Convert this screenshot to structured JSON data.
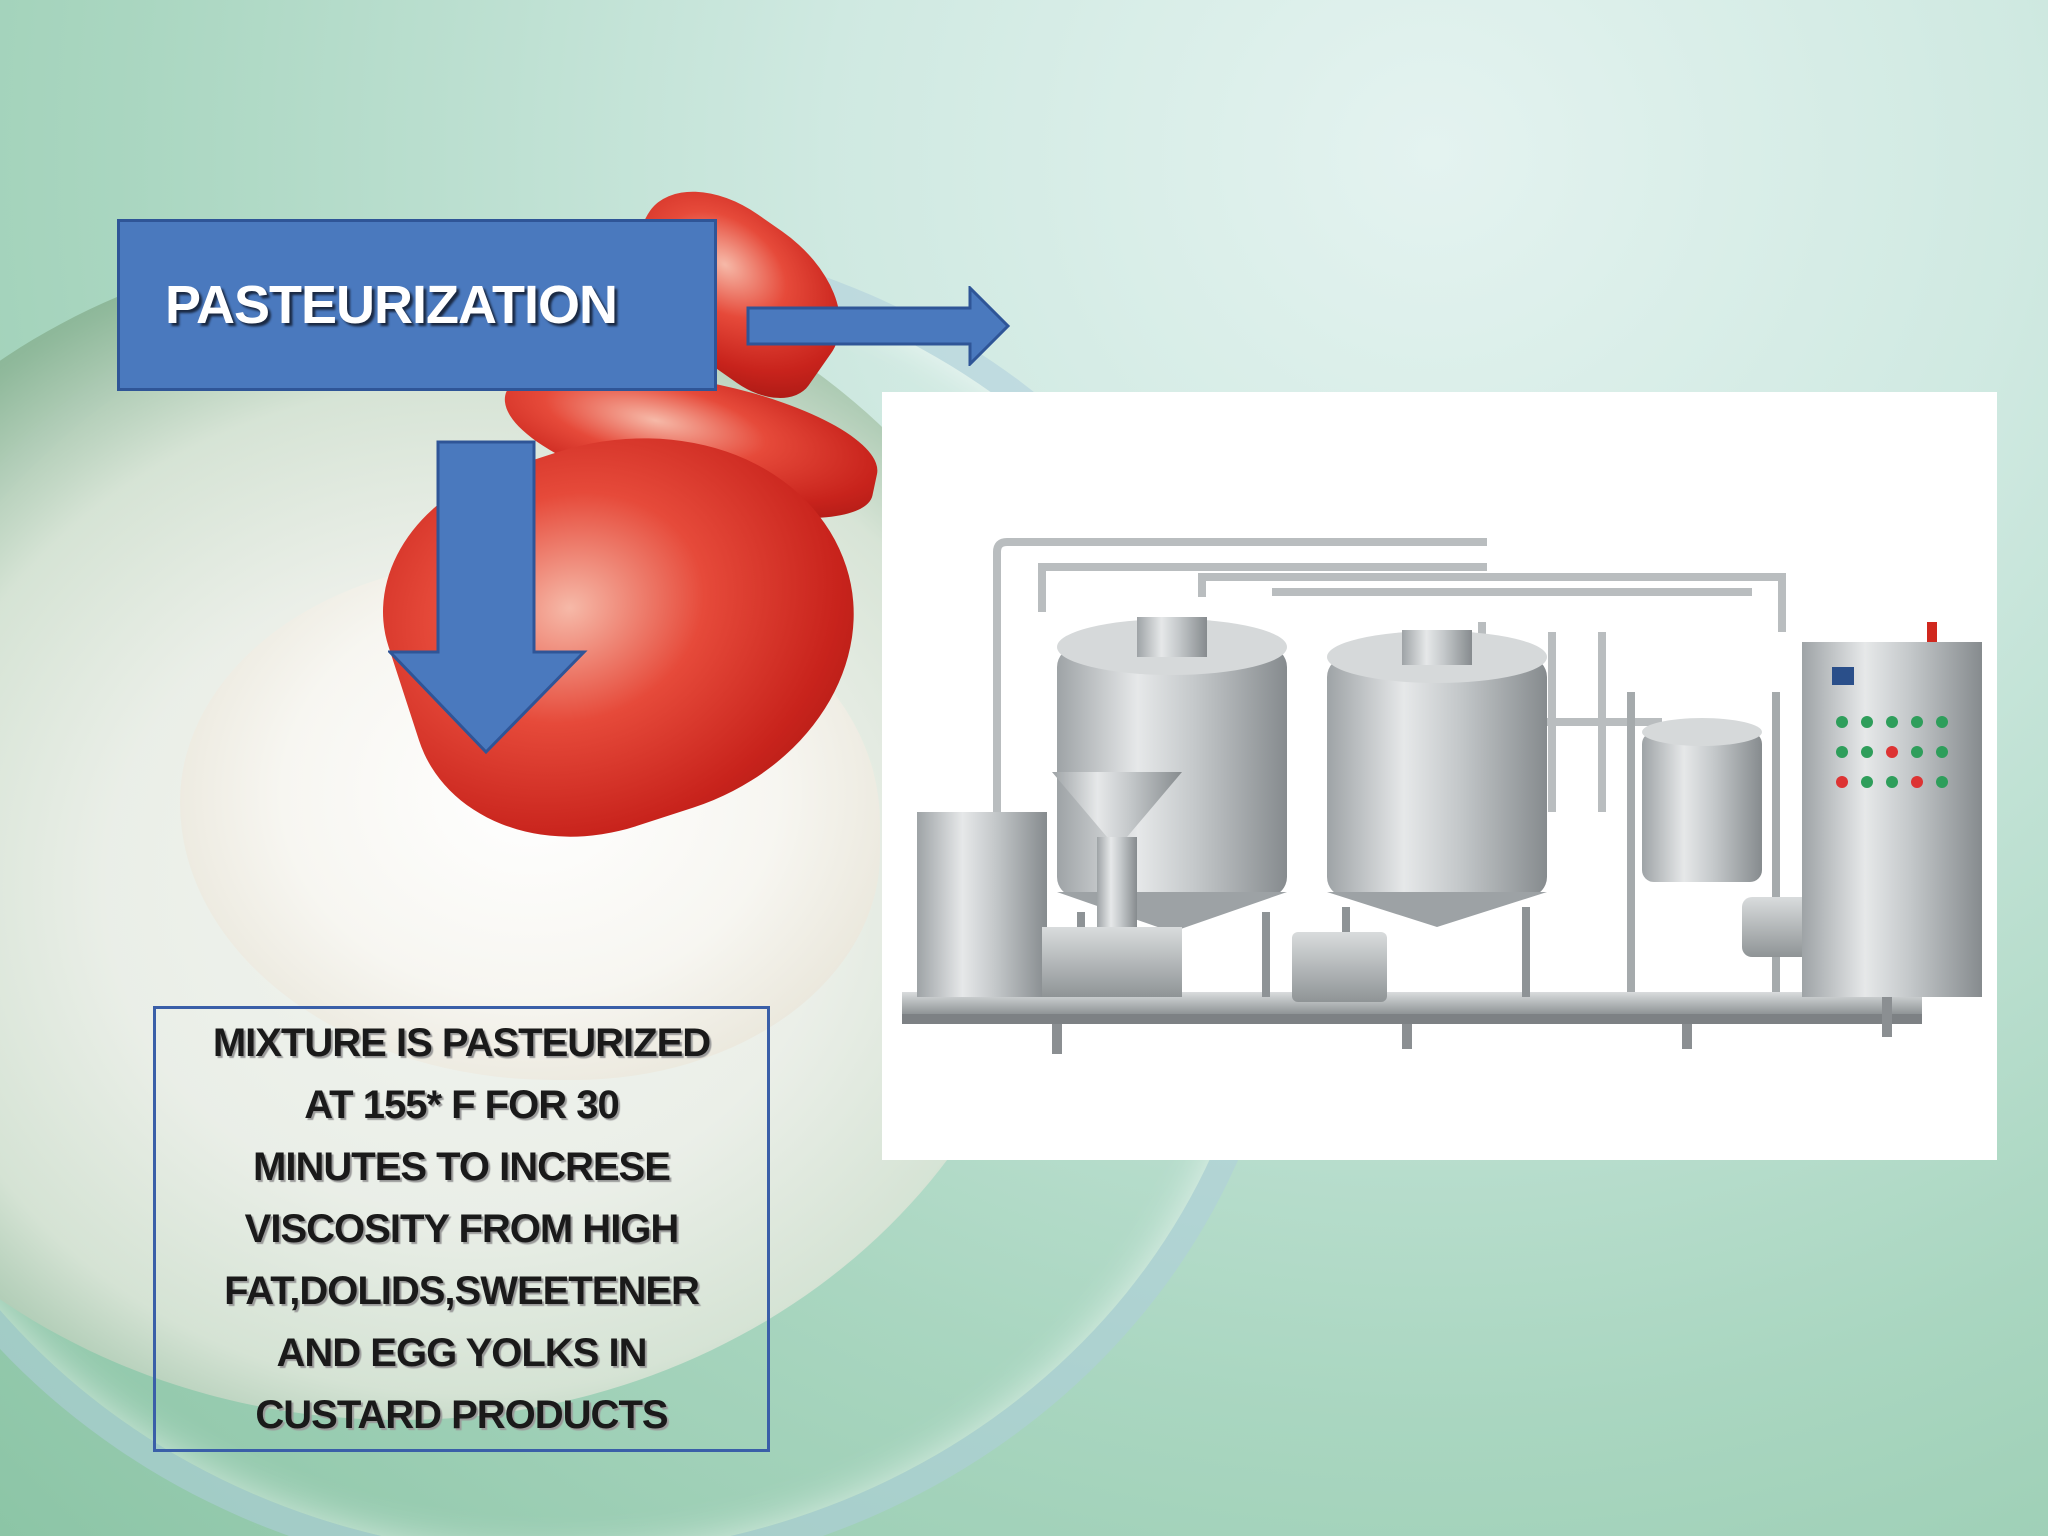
{
  "slide": {
    "title": "PASTEURIZATION",
    "description": "MIXTURE IS PASTEURIZED\nAT 155* F FOR 30\nMINUTES  TO INCRESE\nVISCOSITY FROM HIGH\nFAT,DOLIDS,SWEETENER\nAND EGG YOLKS IN\nCUSTARD PRODUCTS"
  },
  "colors": {
    "title_box": "#4a79be",
    "arrow_fill": "#4a79be",
    "arrow_stroke": "#2f5597",
    "desc_border": "#3a5fa8"
  },
  "images": {
    "background": "ice-cream-bowl-with-strawberries",
    "panel": "pasteurization-machinery"
  }
}
